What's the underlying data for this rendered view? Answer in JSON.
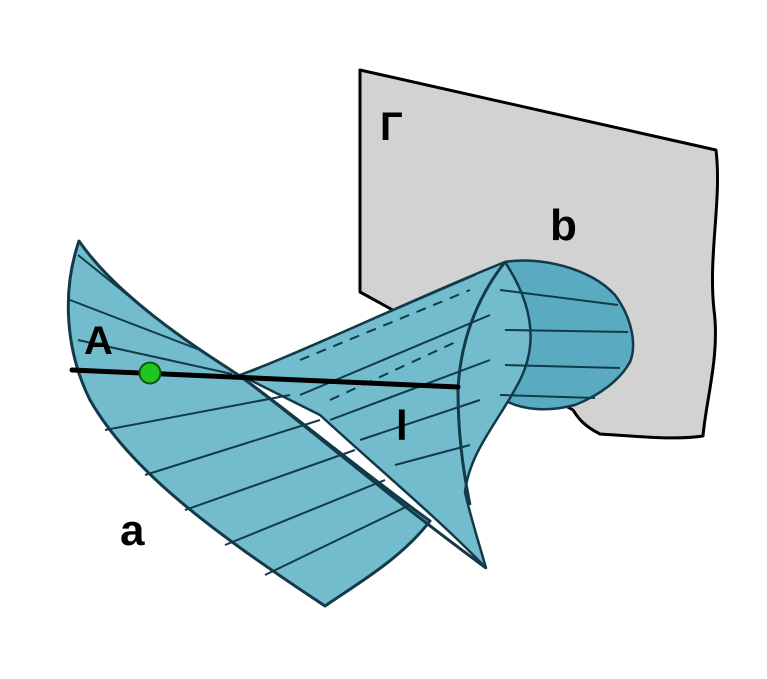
{
  "diagram": {
    "labels": {
      "plane": "Г",
      "curve_b": "b",
      "point_A": "A",
      "line_l": "l",
      "curve_a": "a"
    },
    "colors": {
      "background": "#ffffff",
      "plane_fill": "#d2d2d2",
      "surface_fill": "#72bccd",
      "surface_inner": "#5aaac2",
      "surface_stroke": "#123a49",
      "line": "#000000",
      "point": "#22c41f"
    }
  }
}
